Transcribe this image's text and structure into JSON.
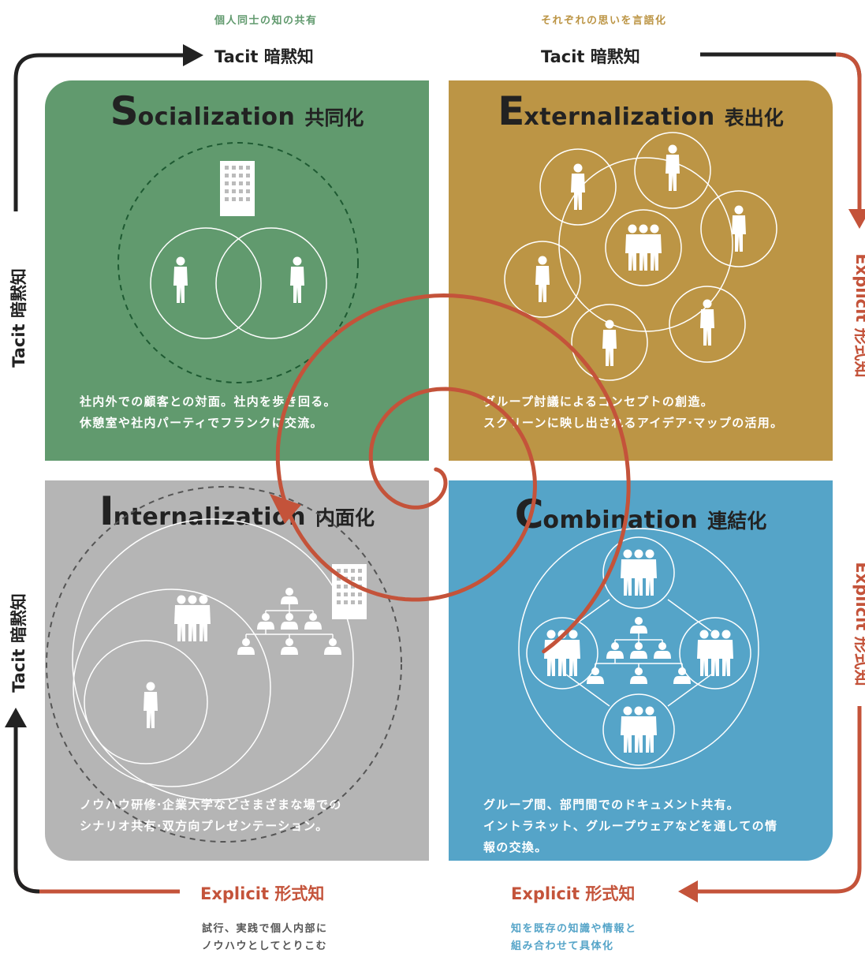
{
  "top": {
    "left_caption": "個人同士の知の共有",
    "right_caption": "それぞれの思いを言語化",
    "left_label": "Tacit 暗黙知",
    "right_label": "Tacit 暗黙知"
  },
  "left_side": {
    "upper_label": "Tacit 暗黙知",
    "lower_label": "Tacit 暗黙知"
  },
  "right_side": {
    "upper_label": "Explicit 形式知",
    "lower_label": "Explicit 形式知"
  },
  "bottom": {
    "left_label": "Explicit 形式知",
    "right_label": "Explicit 形式知",
    "left_caption_1": "試行、実践で個人内部に",
    "left_caption_2": "ノウハウとしてとりこむ",
    "right_caption_1": "知を既存の知識や情報と",
    "right_caption_2": "組み合わせて具体化"
  },
  "quadrants": {
    "socialization": {
      "initial": "S",
      "rest": "ocialization",
      "jp": "共同化",
      "description": "社内外での顧客との対面。社内を歩き回る。\n休憩室や社内パーティでフランクに交流。"
    },
    "externalization": {
      "initial": "E",
      "rest": "xternalization",
      "jp": "表出化",
      "description": "グループ討議によるコンセプトの創造。\nスクリーンに映し出されるアイデア·マップの活用。"
    },
    "internalization": {
      "initial": "I",
      "rest": "nternalization",
      "jp": "内面化",
      "description": "ノウハウ研修·企業大学などさまざまな場での\nシナリオ共有·双方向プレゼンテーション。"
    },
    "combination": {
      "initial": "C",
      "rest": "ombination",
      "jp": "連結化",
      "description": "グループ間、部門間でのドキュメント共有。\nイントラネット、グループウェアなどを通しての情\n報の交換。"
    }
  },
  "colors": {
    "socialization": "#619a6e",
    "externalization": "#bc9545",
    "internalization": "#b5b5b5",
    "combination": "#55a4c8",
    "spiral": "#c4533a",
    "tacit_arrow": "#222222",
    "explicit_arrow": "#c4533a"
  },
  "icons": [
    "person-icon",
    "group-icon",
    "building-icon",
    "org-chart-icon"
  ]
}
